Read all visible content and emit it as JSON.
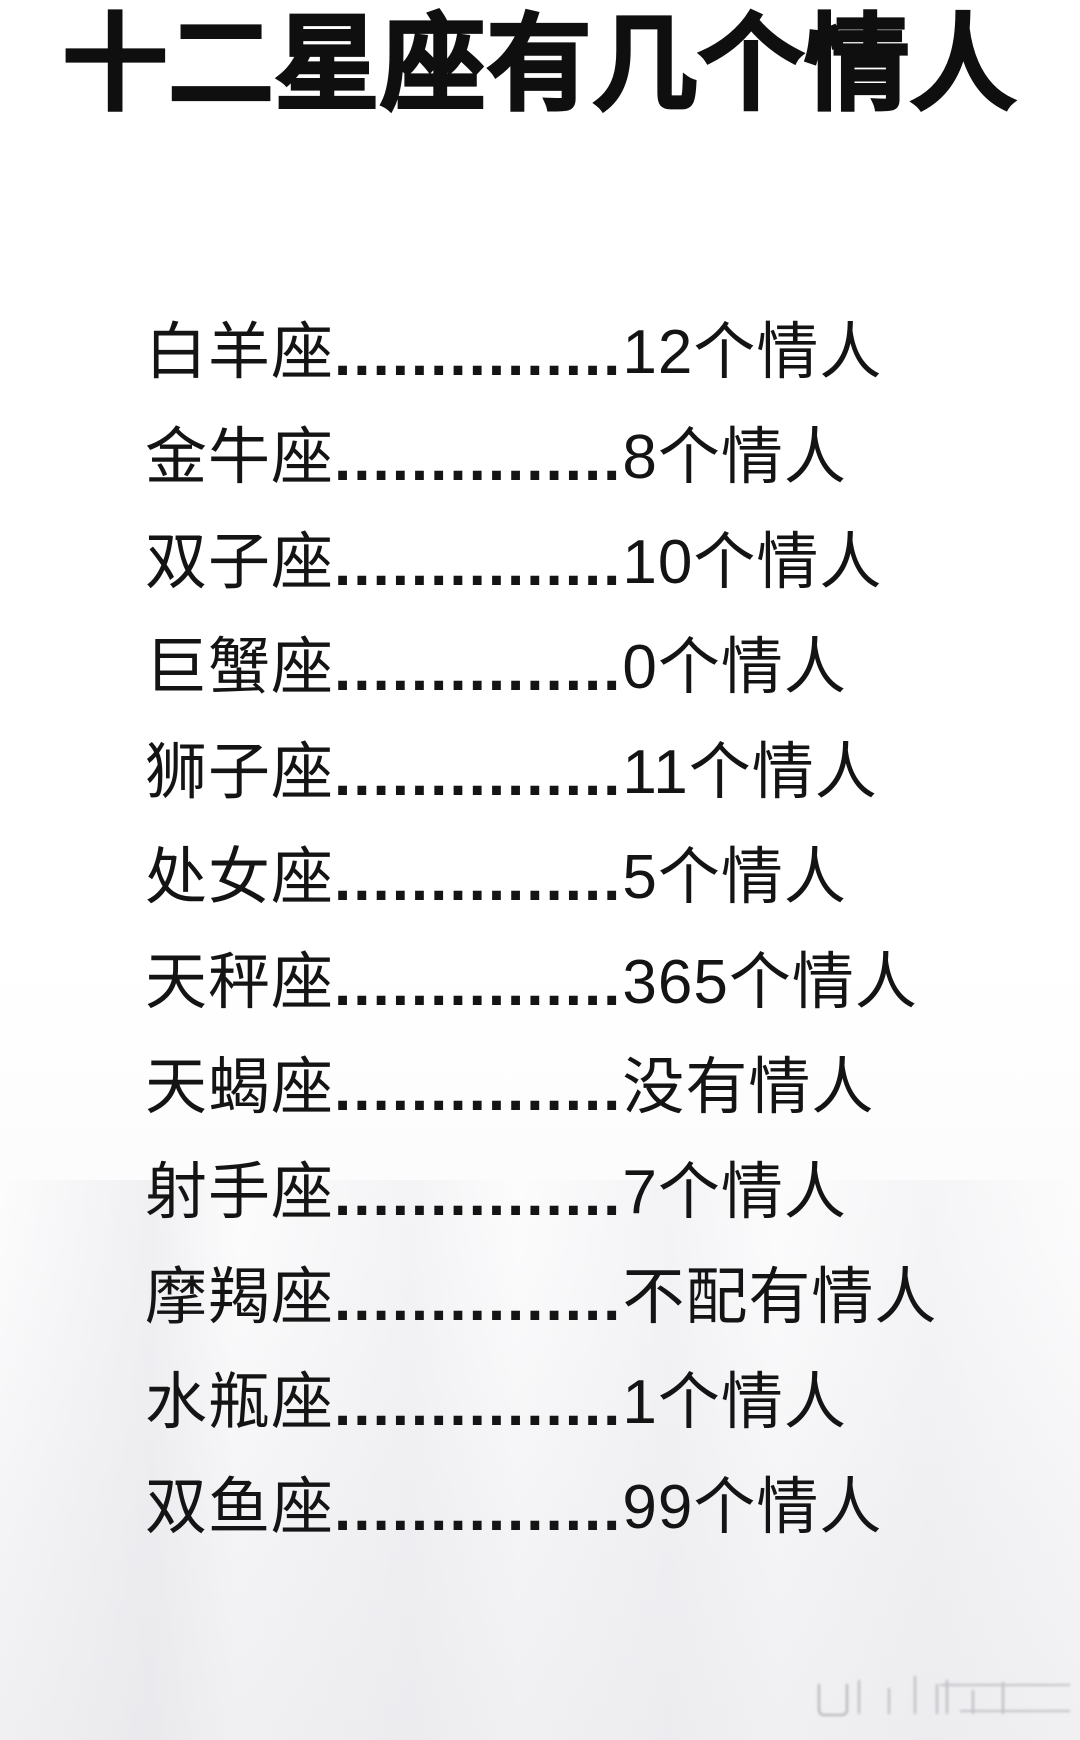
{
  "title": "十二星座有几个情人",
  "background": {
    "top_color": "#ffffff",
    "bottom_color": "#f0f0f2",
    "text_color": "#141414"
  },
  "leader": {
    "dots": "...............",
    "dots_short": ".............."
  },
  "list": {
    "rows": [
      {
        "sign": "白羊座",
        "value": "12个情人",
        "count": 12
      },
      {
        "sign": "金牛座",
        "value": "8个情人",
        "count": 8
      },
      {
        "sign": "双子座",
        "value": "10个情人",
        "count": 10
      },
      {
        "sign": "巨蟹座",
        "value": "0个情人",
        "count": 0
      },
      {
        "sign": "狮子座",
        "value": "11个情人",
        "count": 11
      },
      {
        "sign": "处女座",
        "value": "5个情人",
        "count": 5
      },
      {
        "sign": "天秤座",
        "value": "365个情人",
        "count": 365
      },
      {
        "sign": "天蝎座",
        "value": "没有情人",
        "count": 0
      },
      {
        "sign": "射手座",
        "value": "7个情人",
        "count": 7
      },
      {
        "sign": "摩羯座",
        "value": "不配有情人",
        "count": 0
      },
      {
        "sign": "水瓶座",
        "value": "1个情人",
        "count": 1
      },
      {
        "sign": "双鱼座",
        "value": "99个情人",
        "count": 99
      }
    ]
  },
  "watermark": {
    "text": ""
  }
}
